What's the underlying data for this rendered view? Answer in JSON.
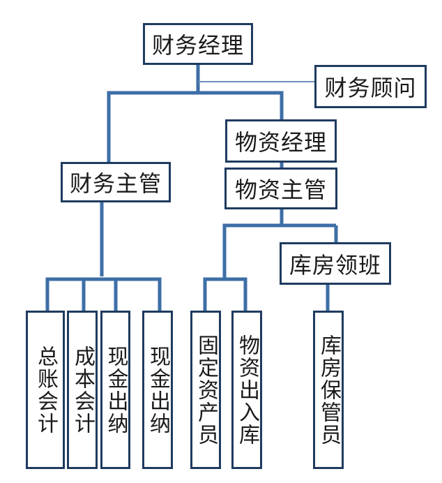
{
  "colors": {
    "connector": "#3d6ea6",
    "advisor_connector": "#6d8fb8",
    "box_border": "#1f3b5f",
    "box_fill": "#ffffff",
    "text": "#1a1a1a"
  },
  "nodes": {
    "finance_manager": "财务经理",
    "finance_advisor": "财务顾问",
    "materials_manager": "物资经理",
    "finance_supervisor": "财务主管",
    "materials_supervisor": "物资主管",
    "warehouse_foreman": "库房领班",
    "general_ledger_accountant": "总账会计",
    "cost_accountant": "成本会计",
    "cashier_1": "现金出纳",
    "cashier_2": "现金出纳",
    "fixed_asset_clerk": "固定资产员",
    "materials_inout_clerk": "物资出入库",
    "warehouse_keeper": "库房保管员"
  }
}
